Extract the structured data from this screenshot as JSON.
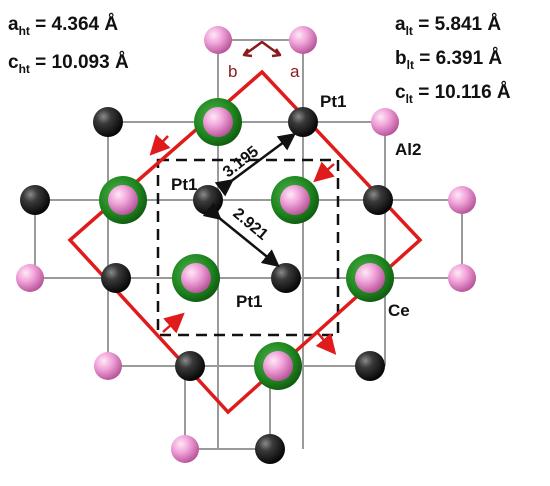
{
  "params_ht": {
    "a_sym": "a",
    "a_sub": "ht",
    "a_val": " = 4.364 Å",
    "c_sym": "c",
    "c_sub": "ht",
    "c_val": " = 10.093 Å"
  },
  "params_lt": {
    "a_sym": "a",
    "a_sub": "lt",
    "a_val": " = 5.841 Å",
    "b_sym": "b",
    "b_sub": "lt",
    "b_val": " = 6.391 Å",
    "c_sym": "c",
    "c_sub": "lt",
    "c_val": " = 10.116 Å"
  },
  "atom_labels": {
    "pt1_top": "Pt1",
    "pt1_left": "Pt1",
    "pt1_bottom": "Pt1",
    "al2": "Al2",
    "ce": "Ce"
  },
  "distances": {
    "upper": "3.195",
    "lower": "2.921"
  },
  "axes": {
    "b": "b",
    "a": "a"
  },
  "colors": {
    "pt": "#1e1e1e",
    "al": "#ee9ad6",
    "ce_ring": "#1b7a1b",
    "cell_red": "#e01b1b",
    "axis_dark_red": "#8b1a1a",
    "bond": "#9a9a9a"
  }
}
